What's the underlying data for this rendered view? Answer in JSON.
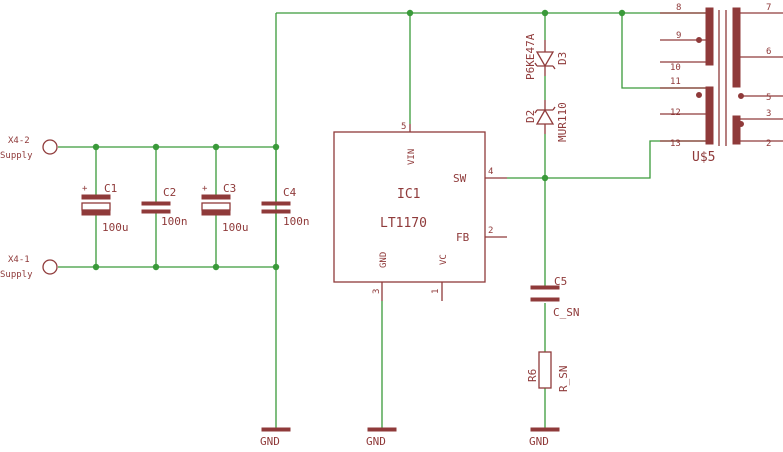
{
  "connectors": {
    "x4_2": {
      "ref": "X4-2",
      "label": "Supply"
    },
    "x4_1": {
      "ref": "X4-1",
      "label": "Supply"
    }
  },
  "capacitors": {
    "c1": {
      "ref": "C1",
      "value": "100u",
      "polarized": true
    },
    "c2": {
      "ref": "C2",
      "value": "100n",
      "polarized": false
    },
    "c3": {
      "ref": "C3",
      "value": "100u",
      "polarized": true
    },
    "c4": {
      "ref": "C4",
      "value": "100n",
      "polarized": false
    },
    "c5": {
      "ref": "C5",
      "value": "C_SN",
      "polarized": false
    }
  },
  "resistor": {
    "ref": "R6",
    "value": "R_SN"
  },
  "diodes": {
    "d3": {
      "ref": "D3",
      "value": "P6KE47A"
    },
    "d2": {
      "ref": "D2",
      "value": "MUR110"
    }
  },
  "ic": {
    "ref": "IC1",
    "value": "LT1170",
    "pins": {
      "vin": {
        "name": "VIN",
        "num": "5"
      },
      "sw": {
        "name": "SW",
        "num": "4"
      },
      "fb": {
        "name": "FB",
        "num": "2"
      },
      "gnd": {
        "name": "GND",
        "num": "3"
      },
      "vc": {
        "name": "VC",
        "num": "1"
      }
    }
  },
  "transformer": {
    "ref": "U$5",
    "pins_left": [
      "8",
      "9",
      "10",
      "11",
      "12",
      "13"
    ],
    "pins_right": [
      "7",
      "6",
      "5",
      "3",
      "2"
    ]
  },
  "grounds": [
    "GND",
    "GND",
    "GND"
  ],
  "colors": {
    "wire": "#3a9a3a",
    "part": "#8f3a3a",
    "junction": "#3a9a3a",
    "background": "#ffffff"
  }
}
